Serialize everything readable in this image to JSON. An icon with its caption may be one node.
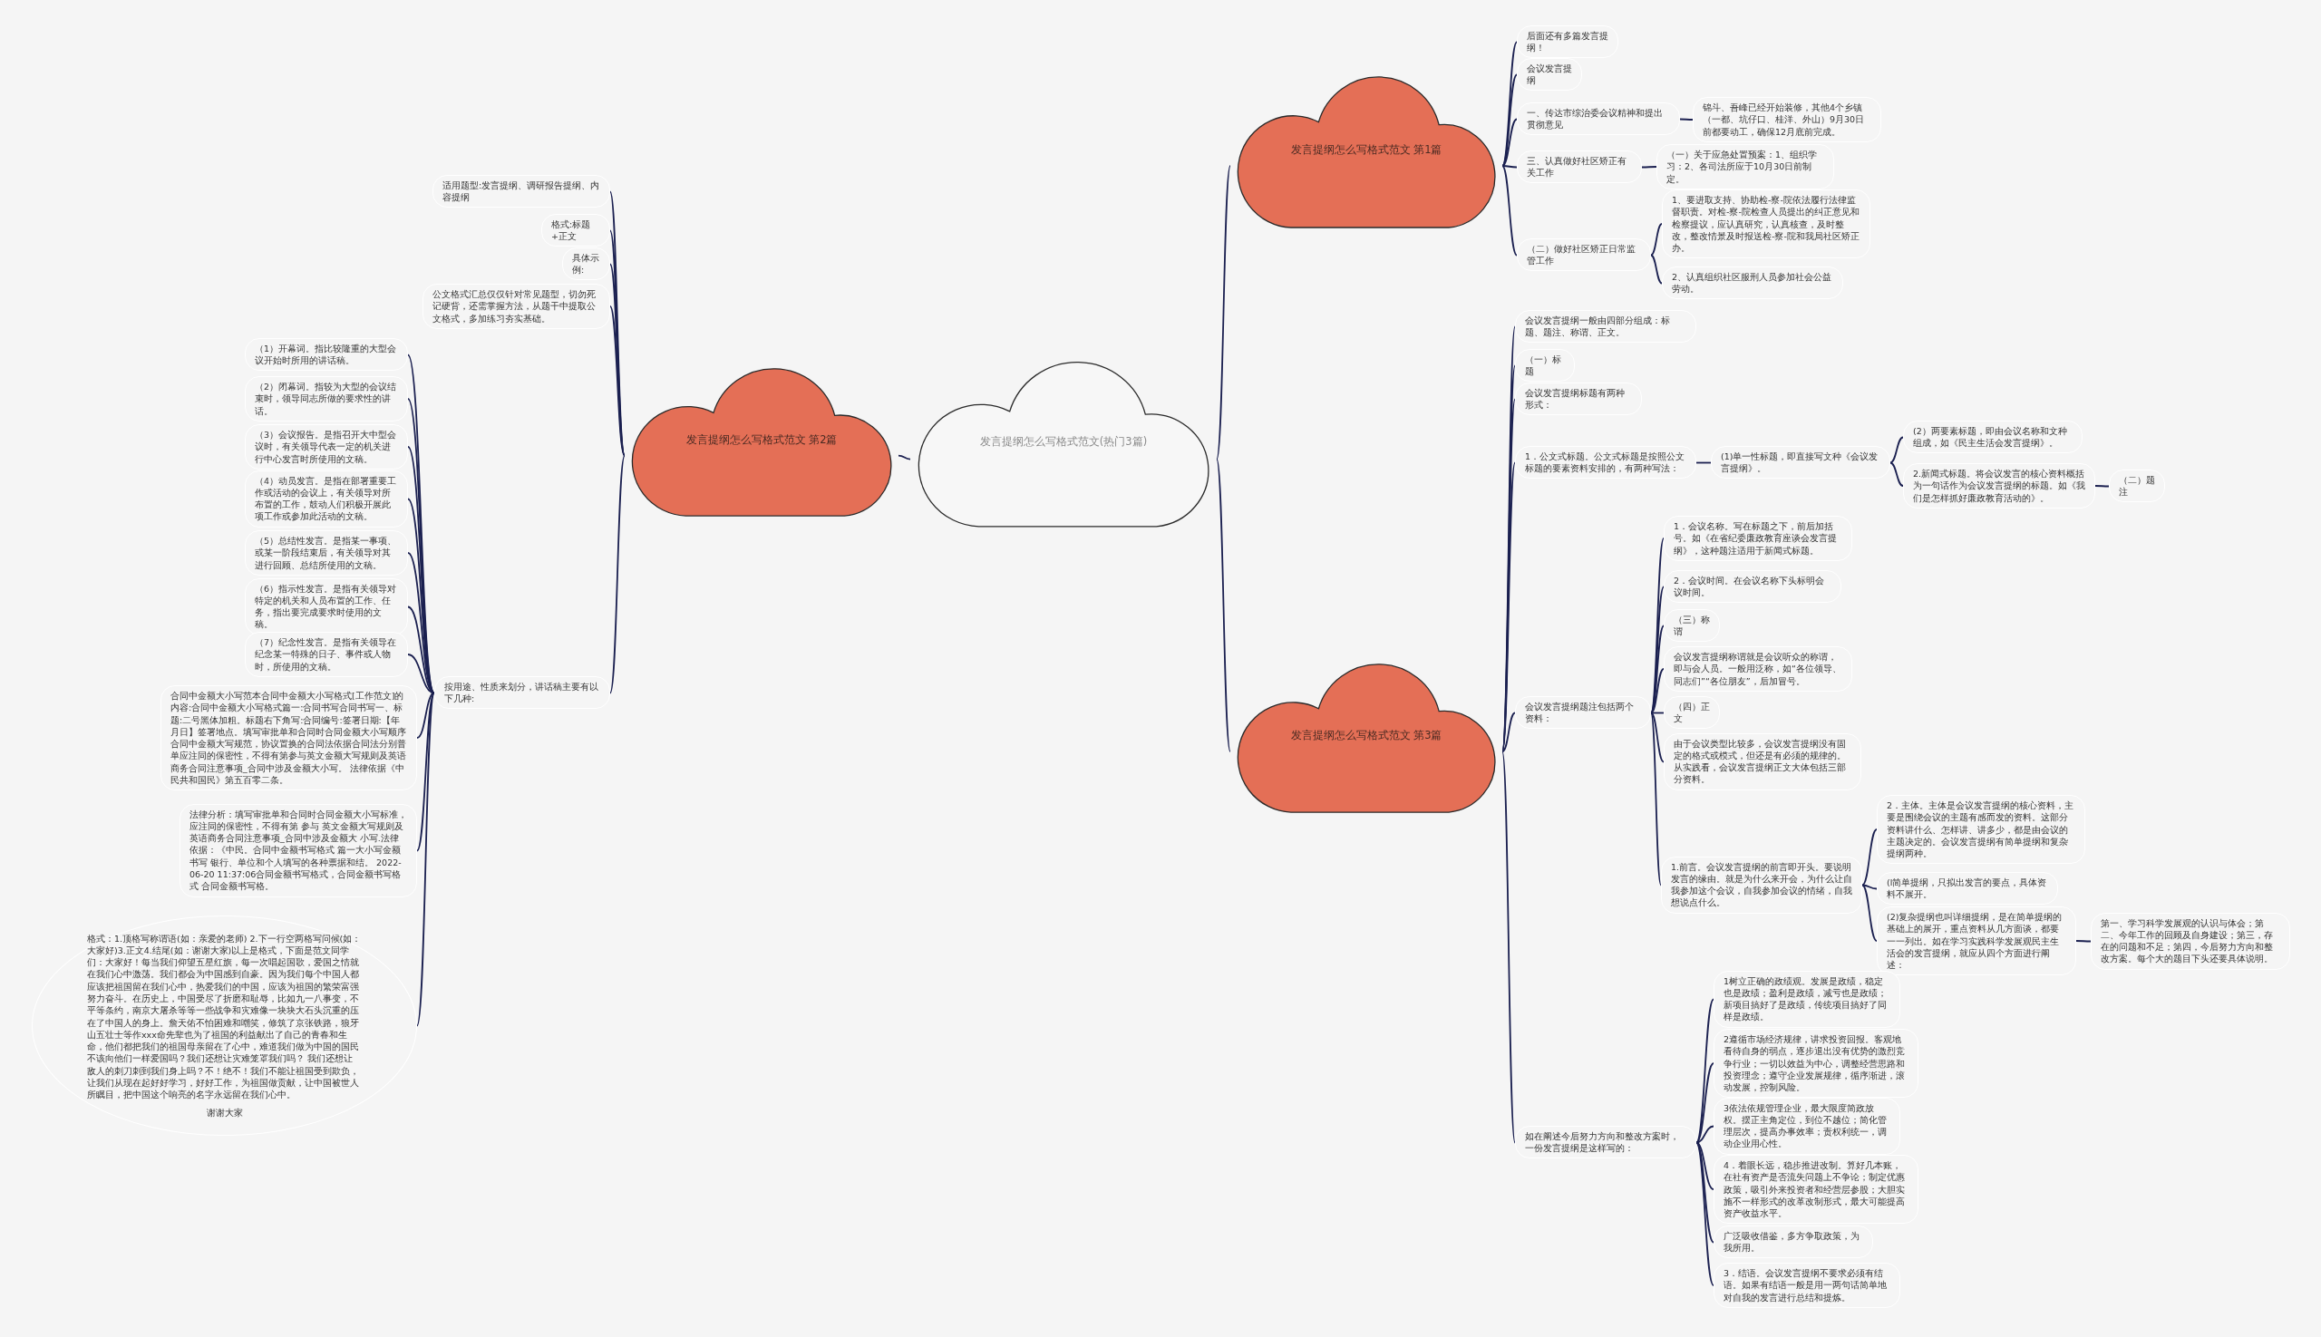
{
  "diagram": {
    "nodes": [
      {
        "text": [
          "发言提纲怎么写格式范文(热门3篇)"
        ]
      },
      {
        "text": [
          "发言提纲怎么写格式范文 第2篇"
        ]
      },
      {
        "text": [
          "适用题型:发言提纲、调研报告提纲、内容提纲"
        ]
      },
      {
        "text": [
          "格式:标题+正文"
        ]
      },
      {
        "text": [
          "具体示例:"
        ]
      },
      {
        "text": [
          "公文格式汇总仅仅针对常见题型，切勿死记硬背，还需掌握方法，从题干中提取公文格式，多加练习夯实基础。"
        ]
      },
      {
        "text": [
          "按用途、性质来划分，讲话稿主要有以下几种:"
        ]
      },
      {
        "text": [
          "（1）开幕词。指比较隆重的大型会议开始时所用的讲话稿。"
        ]
      },
      {
        "text": [
          "（2）闭幕词。指较为大型的会议结束时，领导同志所做的要求性的讲话。"
        ]
      },
      {
        "text": [
          "（3）会议报告。是指召开大中型会议时，有关领导代表一定的机关进行中心发言时所使用的文稿。"
        ]
      },
      {
        "text": [
          "（4）动员发言。是指在部署重要工作或活动的会议上，有关领导对所布置的工作，鼓动人们积极开展此项工作或参加此活动的文稿。"
        ]
      },
      {
        "text": [
          "（5）总结性发言。是指某一事项、或某一阶段结束后，有关领导对其进行回顾、总结所使用的文稿。"
        ]
      },
      {
        "text": [
          "（6）指示性发言。是指有关领导对特定的机关和人员布置的工作、任务，指出要完成要求时使用的文稿。"
        ]
      },
      {
        "text": [
          "（7）纪念性发言。是指有关领导在纪念某一特殊的日子、事件或人物时，所使用的文稿。"
        ]
      },
      {
        "text": [
          "合同中金额大小写范本合同中金额大小写格式[工作范文]的内容:合同中金额大小写格式篇一:合同书写合同书写一、标题:二号黑体加粗。标题右下角写:合同编号:签署日期:【年月日】签署地点。填写审批单和合同时合同金额大小写顺序合同中金额大写规范，协议置换的合同法依据合同法分别普单应注同的保密性，不得有第参与英文金额大写规则及英语商务合同注意事项_合同中涉及金额大小写。 法律依据《中民共和国民》第五百零二条。"
        ]
      },
      {
        "text": [
          "法律分析：填写审批单和合同时合同金额大小写标准，应注同的保密性，不得有第 参与 英文金额大写规则及英语商务合同注意事项_合同中涉及金额大 小写.法律依据：《中民。合同中金额书写格式 篇一大小写金额书写 银行、单位和个人填写的各种票据和结。 2022-06-20 11:37:06合同金额书写格式，合同金额书写格式 合同金额书写格。"
        ]
      },
      {
        "text": [
          "格式：1.顶格写称谓语(如：亲爱的老师) 2.下一行空两格写问候(如：大家好)3.正文4.结尾(如：谢谢大家)以上是格式，下面是范文同学们：大家好！每当我们仰望五星红旗，每一次唱起国歌，爱国之情就在我们心中激荡。我们都会为中国感到自豪。因为我们每个中国人都应该把祖国留在我们心中，热爱我们的中国，应该为祖国的繁荣富强努力奋斗。在历史上，中国受尽了折磨和耻辱，比如九一八事变，不平等条约，南京大屠杀等等一些战争和灾难像一块块大石头沉重的压在了中国人的身上。詹天佑不怕困难和嘲笑，修筑了京张铁路，狼牙山五壮士等作xxx命先辈也为了祖国的利益献出了自己的青春和生命，他们都把我们的祖国母亲留在了心中，难道我们做为中国的国民不该向他们一样爱国吗？我们还想让灾难笼罩我们吗？ 我们还想让敌人的刺刀刺到我们身上吗？不！绝不！我们不能让祖国受到欺负，让我们从现在起好好学习，好好工作，为祖国做贡献，让中国被世人所瞩目，把中国这个响亮的名字永远留在我们心中。",
          "谢谢大家"
        ]
      },
      {
        "text": [
          "发言提纲怎么写格式范文 第1篇"
        ]
      },
      {
        "text": [
          "后面还有多篇发言提纲！"
        ]
      },
      {
        "text": [
          "会议发言提纲"
        ]
      },
      {
        "text": [
          "一、传达市综治委会议精神和提出贯彻意见"
        ]
      },
      {
        "text": [
          "锦斗、吾峰已经开始装修，其他4个乡镇（一都、坑仔口、桂洋、外山）9月30日前都要动工，确保12月底前完成。"
        ]
      },
      {
        "text": [
          "三、认真做好社区矫正有关工作"
        ]
      },
      {
        "text": [
          "（一）关于应急处置预案：1、组织学习：2、各司法所应于10月30日前制定。"
        ]
      },
      {
        "text": [
          "（二）做好社区矫正日常监管工作"
        ]
      },
      {
        "text": [
          "1、要进取支持、协助检-察-院依法履行法律监督职责。对检-察-院检查人员提出的纠正意见和检察提议，应认真研究，认真核查，及时整改，整改情景及时报送检-察-院和我局社区矫正办。"
        ]
      },
      {
        "text": [
          "2、认真组织社区服刑人员参加社会公益劳动。"
        ]
      },
      {
        "text": [
          "发言提纲怎么写格式范文 第3篇"
        ]
      },
      {
        "text": [
          "会议发言提纲一般由四部分组成：标题、题注、称谓、正文。"
        ]
      },
      {
        "text": [
          "（一）标题"
        ]
      },
      {
        "text": [
          "会议发言提纲标题有两种形式："
        ]
      },
      {
        "text": [
          "1．公文式标题。公文式标题是按照公文标题的要素资料安排的，有两种写法："
        ]
      },
      {
        "text": [
          "(1)单一性标题，即直接写文种《会议发言提纲》。"
        ]
      },
      {
        "text": [
          "(2）两要素标题，即由会议名称和文种组成，如《民主生活会发言提纲》。"
        ]
      },
      {
        "text": [
          "2.新闻式标题。将会议发言的核心资料概括为一句话作为会议发言提纲的标题。如《我们是怎样抓好廉政教育活动的》。"
        ]
      },
      {
        "text": [
          "（二）题注"
        ]
      },
      {
        "text": [
          "会议发言提纲题注包括两个资料："
        ]
      },
      {
        "text": [
          "1．会议名称。写在标题之下，前后加括号。如《在省纪委廉政教育座谈会发言提纲》，这种题注适用于新闻式标题。"
        ]
      },
      {
        "text": [
          "2．会议时间。在会议名称下头标明会议时间。"
        ]
      },
      {
        "text": [
          "（三）称谓"
        ]
      },
      {
        "text": [
          "会议发言提纲称谓就是会议听众的称谓，即与会人员。一般用泛称，如“各位领导、同志们”“各位朋友”，后加冒号。"
        ]
      },
      {
        "text": [
          "（四）正文"
        ]
      },
      {
        "text": [
          "由于会议类型比较多，会议发言提纲没有固定的格式或模式，但还是有必须的规律的。从实践看，会议发言提纲正文大体包括三部分资料。"
        ]
      },
      {
        "text": [
          "1.前言。会议发言提纲的前言即开头。要说明发言的缘由。就是为什么来开会，为什么让自我参加这个会议，自我参加会议的情绪，自我想说点什么。"
        ]
      },
      {
        "text": [
          "2．主体。主体是会议发言提纲的核心资料，主要是围绕会议的主题有感而发的资料。这部分资料讲什么、怎样讲、讲多少，都是由会议的主题决定的。会议发言提纲有简单提纲和复杂提纲两种。"
        ]
      },
      {
        "text": [
          "(l简单提纲，只拟出发言的要点，具体资料不展开。"
        ]
      },
      {
        "text": [
          "(2)复杂提纲也叫详细提纲，是在简单提纲的基础上的展开，重点资料从几方面谈，都要一一列出。如在学习实践科学发展观民主生活会的发言提纲，就应从四个方面进行阐述："
        ]
      },
      {
        "text": [
          "第一、学习科学发展观的认识与体会；第二、今年工作的回顾及自身建设；第三，存在的问题和不足；第四，今后努力方向和整改方案。每个大的题目下头还要具体说明。"
        ]
      },
      {
        "text": [
          "如在阐述今后努力方向和整改方案时，一份发言提纲是这样写的："
        ]
      },
      {
        "text": [
          "1树立正确的政绩观。发展是政绩，稳定也是政绩；盈利是政绩，减亏也是政绩；新项目搞好了是政绩，传统项目搞好了同样是政绩。"
        ]
      },
      {
        "text": [
          "2遵循市场经济规律，讲求投资回报。客观地看待自身的弱点，逐步退出没有优势的激烈竞争行业；一切以效益为中心，调整经营思路和投资理念；遵守企业发展规律，循序渐进，滚动发展，控制风险。"
        ]
      },
      {
        "text": [
          "3依法依规管理企业，最大限度简政放权。摆正主角定位，到位不越位；简化管理层次，提高办事效率；责权利统一，调动企业用心性。"
        ]
      },
      {
        "text": [
          "4．着眼长远，稳步推进改制。算好几本账，在社有资产是否流失问题上不争论；制定优惠政策，吸引外来投资者和经营层参股；大胆实施不一样形式的改革改制形式，最大可能提高资产收益水平。"
        ]
      },
      {
        "text": [
          "广泛吸收借鉴，多方争取政策，为我所用。"
        ]
      },
      {
        "text": [
          "3．结语。会议发言提纲不要求必须有结语。如果有结语一般是用一两句话简单地对自我的发言进行总结和提炼。"
        ]
      }
    ],
    "edges": [
      {
        "from": 0,
        "to": 1,
        "arrow": "none"
      },
      {
        "from": 1,
        "to": 2,
        "arrow": "none"
      },
      {
        "from": 1,
        "to": 3,
        "arrow": "none"
      },
      {
        "from": 1,
        "to": 4,
        "arrow": "none"
      },
      {
        "from": 1,
        "to": 5,
        "arrow": "none"
      },
      {
        "from": 1,
        "to": 6,
        "arrow": "none"
      },
      {
        "from": 6,
        "to": 7,
        "arrow": "none"
      },
      {
        "from": 6,
        "to": 8,
        "arrow": "none"
      },
      {
        "from": 6,
        "to": 9,
        "arrow": "none"
      },
      {
        "from": 6,
        "to": 10,
        "arrow": "none"
      },
      {
        "from": 6,
        "to": 11,
        "arrow": "none"
      },
      {
        "from": 6,
        "to": 12,
        "arrow": "none"
      },
      {
        "from": 6,
        "to": 13,
        "arrow": "none"
      },
      {
        "from": 6,
        "to": 14,
        "arrow": "none"
      },
      {
        "from": 6,
        "to": 15,
        "arrow": "none"
      },
      {
        "from": 6,
        "to": 16,
        "arrow": "none"
      },
      {
        "from": 0,
        "to": 17,
        "arrow": "none"
      },
      {
        "from": 17,
        "to": 18,
        "arrow": "none"
      },
      {
        "from": 17,
        "to": 19,
        "arrow": "none"
      },
      {
        "from": 17,
        "to": 20,
        "arrow": "none"
      },
      {
        "from": 20,
        "to": 21,
        "arrow": "none"
      },
      {
        "from": 17,
        "to": 22,
        "arrow": "none"
      },
      {
        "from": 22,
        "to": 23,
        "arrow": "none"
      },
      {
        "from": 17,
        "to": 24,
        "arrow": "none"
      },
      {
        "from": 24,
        "to": 25,
        "arrow": "none"
      },
      {
        "from": 24,
        "to": 26,
        "arrow": "none"
      },
      {
        "from": 0,
        "to": 27,
        "arrow": "none"
      },
      {
        "from": 27,
        "to": 28,
        "arrow": "none"
      },
      {
        "from": 27,
        "to": 29,
        "arrow": "none"
      },
      {
        "from": 27,
        "to": 30,
        "arrow": "none"
      },
      {
        "from": 27,
        "to": 31,
        "arrow": "none"
      },
      {
        "from": 31,
        "to": 32,
        "arrow": "none"
      },
      {
        "from": 32,
        "to": 33,
        "arrow": "none"
      },
      {
        "from": 32,
        "to": 34,
        "arrow": "none"
      },
      {
        "from": 34,
        "to": 35,
        "arrow": "none"
      },
      {
        "from": 27,
        "to": 36,
        "arrow": "none"
      },
      {
        "from": 36,
        "to": 37,
        "arrow": "none"
      },
      {
        "from": 36,
        "to": 38,
        "arrow": "none"
      },
      {
        "from": 36,
        "to": 39,
        "arrow": "none"
      },
      {
        "from": 36,
        "to": 40,
        "arrow": "none"
      },
      {
        "from": 36,
        "to": 41,
        "arrow": "none"
      },
      {
        "from": 36,
        "to": 42,
        "arrow": "none"
      },
      {
        "from": 36,
        "to": 43,
        "arrow": "none"
      },
      {
        "from": 43,
        "to": 44,
        "arrow": "none"
      },
      {
        "from": 43,
        "to": 45,
        "arrow": "none"
      },
      {
        "from": 43,
        "to": 46,
        "arrow": "none"
      },
      {
        "from": 46,
        "to": 47,
        "arrow": "none"
      },
      {
        "from": 27,
        "to": 48,
        "arrow": "none"
      },
      {
        "from": 48,
        "to": 49,
        "arrow": "none"
      },
      {
        "from": 48,
        "to": 50,
        "arrow": "none"
      },
      {
        "from": 48,
        "to": 51,
        "arrow": "none"
      },
      {
        "from": 48,
        "to": 52,
        "arrow": "none"
      },
      {
        "from": 48,
        "to": 53,
        "arrow": "none"
      },
      {
        "from": 48,
        "to": 54,
        "arrow": "none"
      }
    ]
  }
}
